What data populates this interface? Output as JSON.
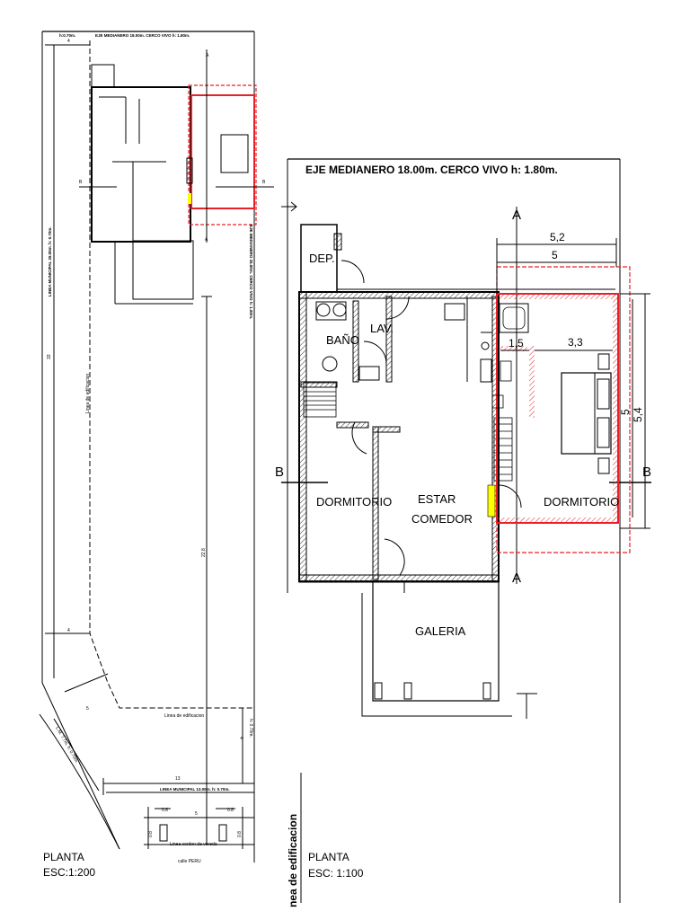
{
  "small_plan": {
    "header": "EJE MEDIANERO 18.00m. CERCO VIVO h: 1.80m.",
    "header_note": "h:0.70m.",
    "left_vertical": "LINEA MUNICIPAL 35.00m. h: 0.70m.",
    "right_vertical": "EJE MEDIANERO 35.00m. CERCO VIVO h: 1.80m.",
    "linea_de_edificacion_vertical": "Linea de edificacion",
    "linea_de_edificacion": "Linea de edificacion",
    "linea_municipal_bottom": "LINEA MUNICIPAL 13.00m. h: 0.70m.",
    "linea_cordon": "Linea cordon de vereda",
    "street": "calle PERU",
    "diag_label": "L.M. 7.7m. h: 0.70m.",
    "h_note": "h: 0.70m.",
    "dims": {
      "top_width": "4",
      "left_depth": "33",
      "center_depth": "22.8",
      "mid_width": "4",
      "right_small": "4",
      "diag": "5",
      "bottom_total": "13",
      "bottom_mid": "5",
      "small_a": "0.8",
      "small_b": "0.8",
      "small_c": "0.8",
      "small_d": "0.8",
      "v_left": "0.8",
      "v_right": "0.8"
    },
    "sections": {
      "a_top": "A",
      "a_bottom": "A",
      "b_left": "B",
      "b_right": "B"
    },
    "title": "PLANTA",
    "scale": "ESC:1:200"
  },
  "large_plan": {
    "header": "EJE MEDIANERO 18.00m. CERCO VIVO h: 1.80m.",
    "linea_vertical": "nea de edificacion",
    "rooms": {
      "dep": "DEP.",
      "bano": "BAÑO",
      "lav": "LAV.",
      "dormitorio_left": "DORMITORIO",
      "estar": "ESTAR",
      "comedor": "COMEDOR",
      "dormitorio_right": "DORMITORIO",
      "galeria": "GALERIA"
    },
    "dims": {
      "top_outer": "5,2",
      "top_inner": "5",
      "small": "1,5",
      "mid": "3,3",
      "right_outer": "5,4",
      "right_inner": "5"
    },
    "sections": {
      "a_top": "A",
      "a_bottom": "A",
      "b_left": "B",
      "b_right": "B"
    },
    "title": "PLANTA",
    "scale": "ESC: 1:100"
  },
  "colors": {
    "new_work": "#e8202a",
    "highlight": "#ffff00",
    "ink": "#000000"
  }
}
